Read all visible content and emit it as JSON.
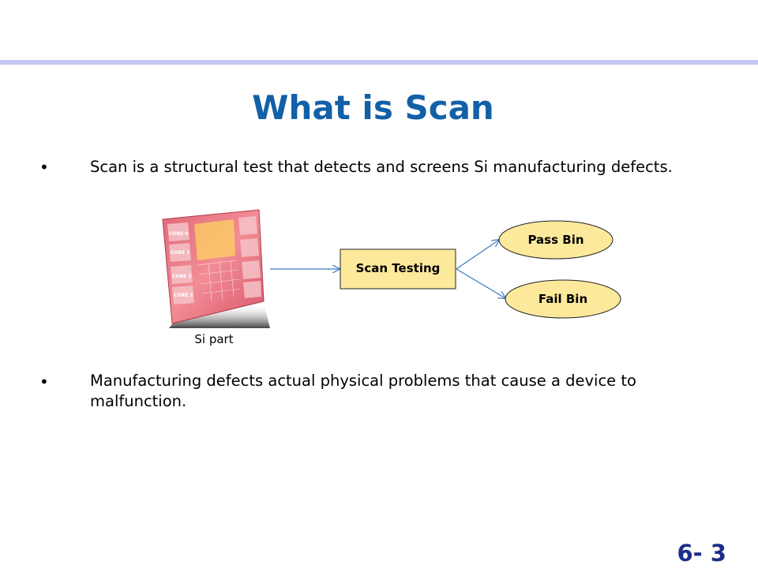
{
  "slide": {
    "title": "What is Scan",
    "bullets": [
      "Scan is a structural test that detects and screens Si manufacturing defects.",
      "Manufacturing defects actual physical problems that cause a device to malfunction."
    ],
    "bullet_marker": "•",
    "page_number": "6- 3"
  },
  "diagram": {
    "chip_caption": "Si part",
    "chip_core_labels": [
      "CORE 0",
      "CORE 1",
      "CORE 2",
      "CORE 3"
    ],
    "process_box": "Scan Testing",
    "outcomes": [
      "Pass Bin",
      "Fail Bin"
    ]
  },
  "colors": {
    "title": "#1260a8",
    "top_bar": "#c5c8f0",
    "node_fill": "#fce99c",
    "arrow": "#3d78c0",
    "page_number": "#1a2d8a"
  }
}
